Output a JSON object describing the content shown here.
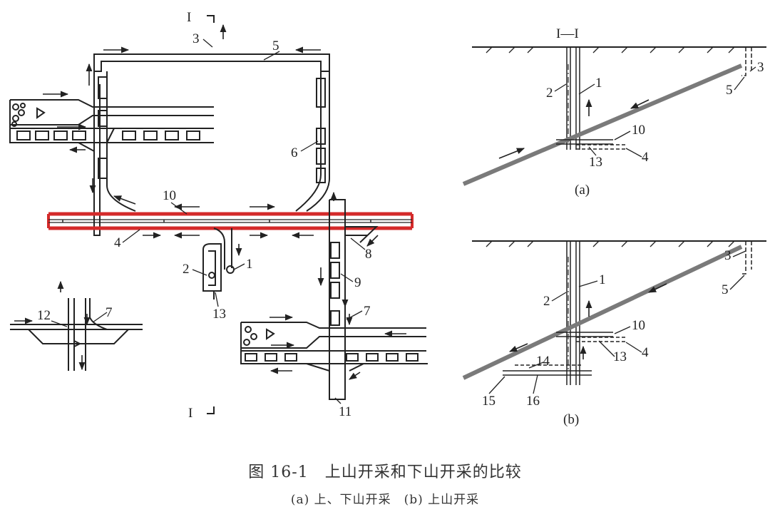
{
  "section_mark": "I",
  "section_title": "I—I",
  "numbers": {
    "n1": "1",
    "n2": "2",
    "n3": "3",
    "n4": "4",
    "n5": "5",
    "n6": "6",
    "n7": "7",
    "n8": "8",
    "n9": "9",
    "n10": "10",
    "n11": "11",
    "n12": "12",
    "n13": "13",
    "n14": "14",
    "n15": "15",
    "n16": "16"
  },
  "sub_a": "(a)",
  "sub_b": "(b)",
  "caption": {
    "title": "图 16-1　上山开采和下山开采的比较",
    "subtitle": "(a) 上、下山开采　(b) 上山开采"
  },
  "colors": {
    "line": "#222222",
    "highlight": "#d42a2a",
    "seam": "#7a7a7a"
  }
}
